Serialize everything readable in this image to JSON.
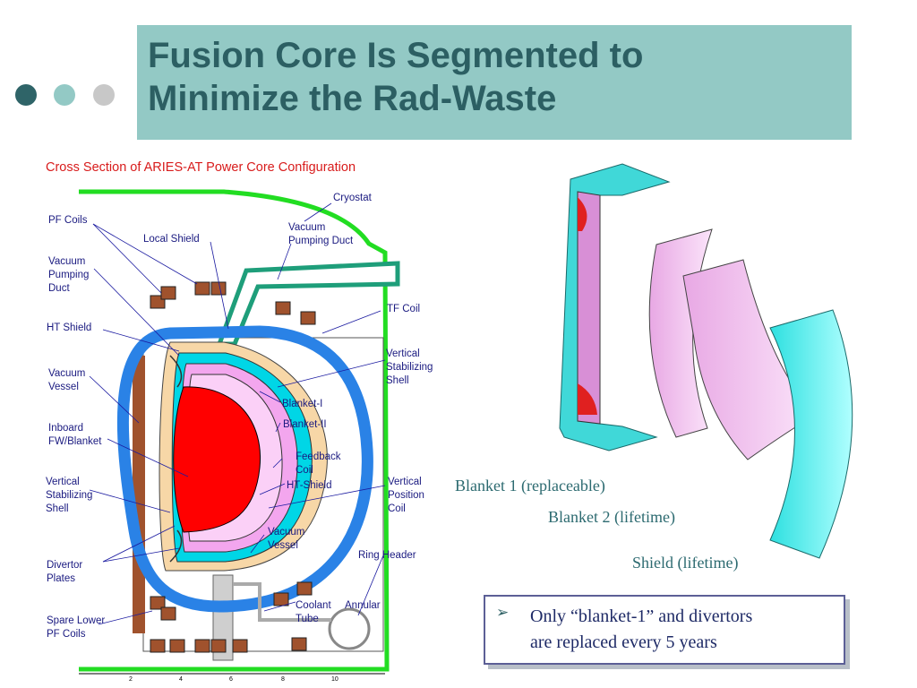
{
  "slide": {
    "title_line1": "Fusion Core Is Segmented to",
    "title_line2": "Minimize the Rad-Waste",
    "dot_colors": [
      "#2f6468",
      "#93c9c5",
      "#c8c8c8"
    ],
    "title_bg": "#93c9c5",
    "title_color": "#2c5f63"
  },
  "diagram": {
    "title": "Cross Section of ARIES-AT Power Core Configuration",
    "title_color": "#d81c1c",
    "labels": {
      "cryostat": "Cryostat",
      "pf_coils": "PF Coils",
      "local_shield": "Local Shield",
      "vacuum_pumping_duct_top": [
        "Vacuum",
        "Pumping Duct"
      ],
      "vacuum_pumping_duct_left": [
        "Vacuum",
        "Pumping",
        "Duct"
      ],
      "tf_coil": "TF Coil",
      "ht_shield_left": "HT Shield",
      "vertical_stabilizing_shell_right": [
        "Vertical",
        "Stabilizing",
        "Shell"
      ],
      "vacuum_vessel_left": [
        "Vacuum",
        "Vessel"
      ],
      "blanket_1": "Blanket-I",
      "blanket_2": "Blanket-II",
      "inboard_fw_blanket": [
        "Inboard",
        "FW/Blanket"
      ],
      "feedback_coil": [
        "Feedback",
        "Coil"
      ],
      "ht_shield_center": "HT-Shield",
      "vertical_stabilizing_shell_left": [
        "Vertical",
        "Stabilizing",
        "Shell"
      ],
      "vertical_position_coil": [
        "Vertical",
        "Position",
        "Coil"
      ],
      "vacuum_vessel_center": [
        "Vacuum",
        "Vessel"
      ],
      "divertor_plates": [
        "Divertor",
        "Plates"
      ],
      "ring_header": "Ring Header",
      "coolant_tube": [
        "Coolant",
        "Tube"
      ],
      "annular": "Annular",
      "spare_lower_pf_coils": [
        "Spare Lower",
        "PF Coils"
      ]
    },
    "axis_ticks": [
      "2",
      "4",
      "6",
      "8",
      "10"
    ],
    "colors": {
      "plasma": "#ff0000",
      "blanket": "#f3a6ee",
      "shield": "#00d6e6",
      "vessel": "#2a82e6",
      "cryostat": "#22dd22",
      "duct": "#1e9e7a",
      "wall": "#f7d7a7"
    }
  },
  "captions": {
    "blanket1": "Blanket 1 (replaceable)",
    "blanket2": "Blanket 2 (lifetime)",
    "shield": "Shield (lifetime)"
  },
  "note": {
    "bullet_icon": "arrow-bullet-icon",
    "text_line1": "Only “blanket-1” and divertors",
    "text_line2": "are replaced every 5 years"
  }
}
